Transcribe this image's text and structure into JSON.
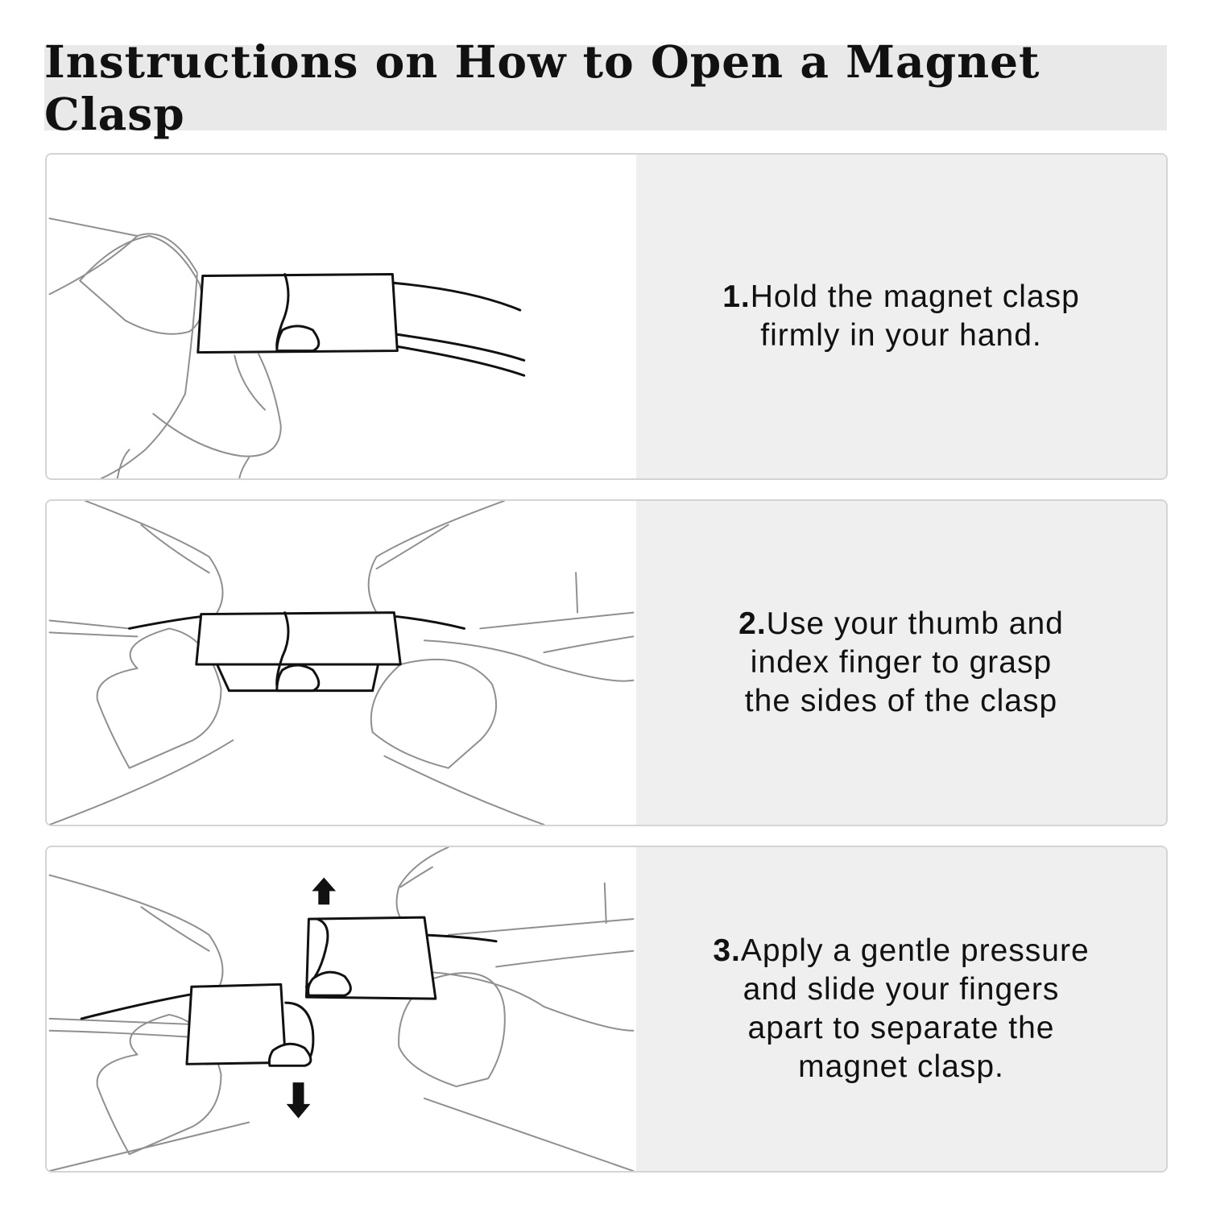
{
  "title": "Instructions on How to Open a Magnet Clasp",
  "steps": [
    {
      "number": "1.",
      "text": "Hold the magnet clasp\nfirmly in your hand."
    },
    {
      "number": "2.",
      "text": "Use your thumb and\nindex finger to grasp\nthe sides of the clasp"
    },
    {
      "number": "3.",
      "text": "Apply a gentle pressure\nand slide your fingers\napart to separate the\nmagnet clasp."
    }
  ],
  "colors": {
    "title_bg": "#e9e9e9",
    "text_panel_bg": "#efefef",
    "card_border": "#d4d4d4"
  },
  "icons": [
    "arrow-up-icon",
    "arrow-down-icon"
  ]
}
